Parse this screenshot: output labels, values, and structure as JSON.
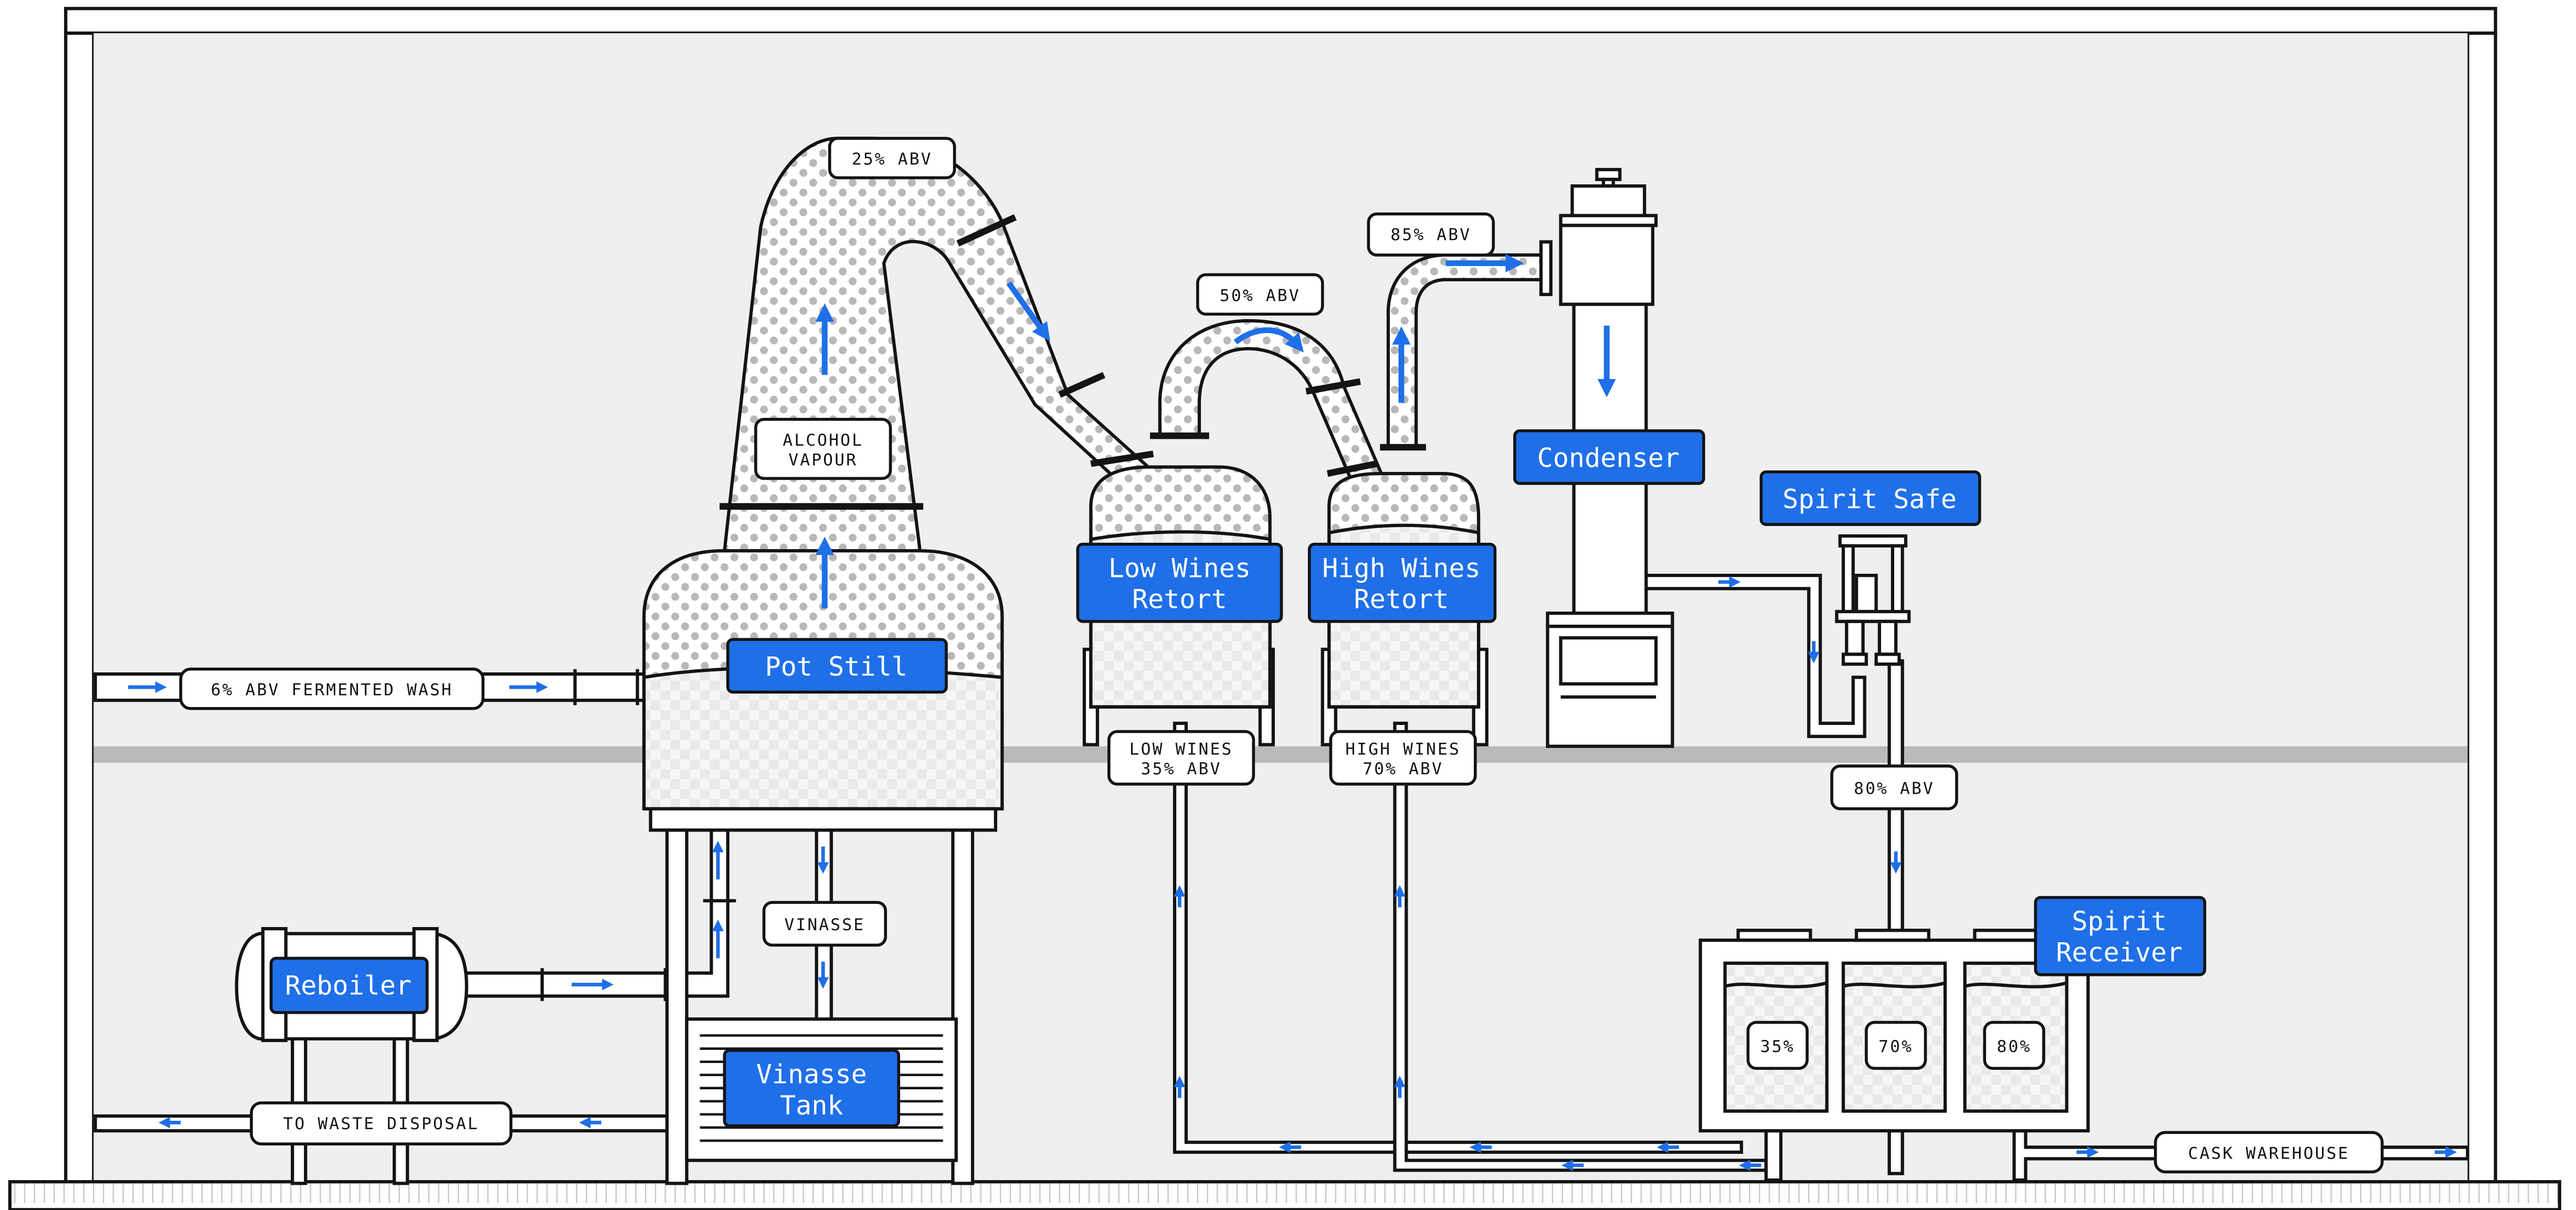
{
  "colors": {
    "accent_blue": "#1f6fe8",
    "background": "#eef0f0",
    "floor": "#b9babb",
    "outline": "#141414",
    "stipple": "#b8b8b8"
  },
  "components": {
    "pot_still": "Pot Still",
    "low_wines_retort": [
      "Low Wines",
      "Retort"
    ],
    "high_wines_retort": [
      "High Wines",
      "Retort"
    ],
    "condenser": "Condenser",
    "spirit_safe": "Spirit Safe",
    "spirit_receiver": [
      "Spirit",
      "Receiver"
    ],
    "reboiler": "Reboiler",
    "vinasse_tank": [
      "Vinasse",
      "Tank"
    ]
  },
  "tags": {
    "abv_25": "25% ABV",
    "alcohol_vapour": [
      "ALCOHOL",
      "VAPOUR"
    ],
    "abv_50": "50% ABV",
    "abv_85": "85% ABV",
    "fermented_wash": "6% ABV FERMENTED WASH",
    "low_wines": [
      "LOW WINES",
      "35% ABV"
    ],
    "high_wines": [
      "HIGH WINES",
      "70% ABV"
    ],
    "abv_80": "80% ABV",
    "vinasse": "VINASSE",
    "waste_disposal": "TO WASTE DISPOSAL",
    "cask_warehouse": "CASK WAREHOUSE"
  },
  "receiver_tanks": [
    "35%",
    "70%",
    "80%"
  ],
  "flow_arrows": [
    "arrow-up",
    "arrow-right",
    "arrow-down",
    "arrow-left"
  ]
}
